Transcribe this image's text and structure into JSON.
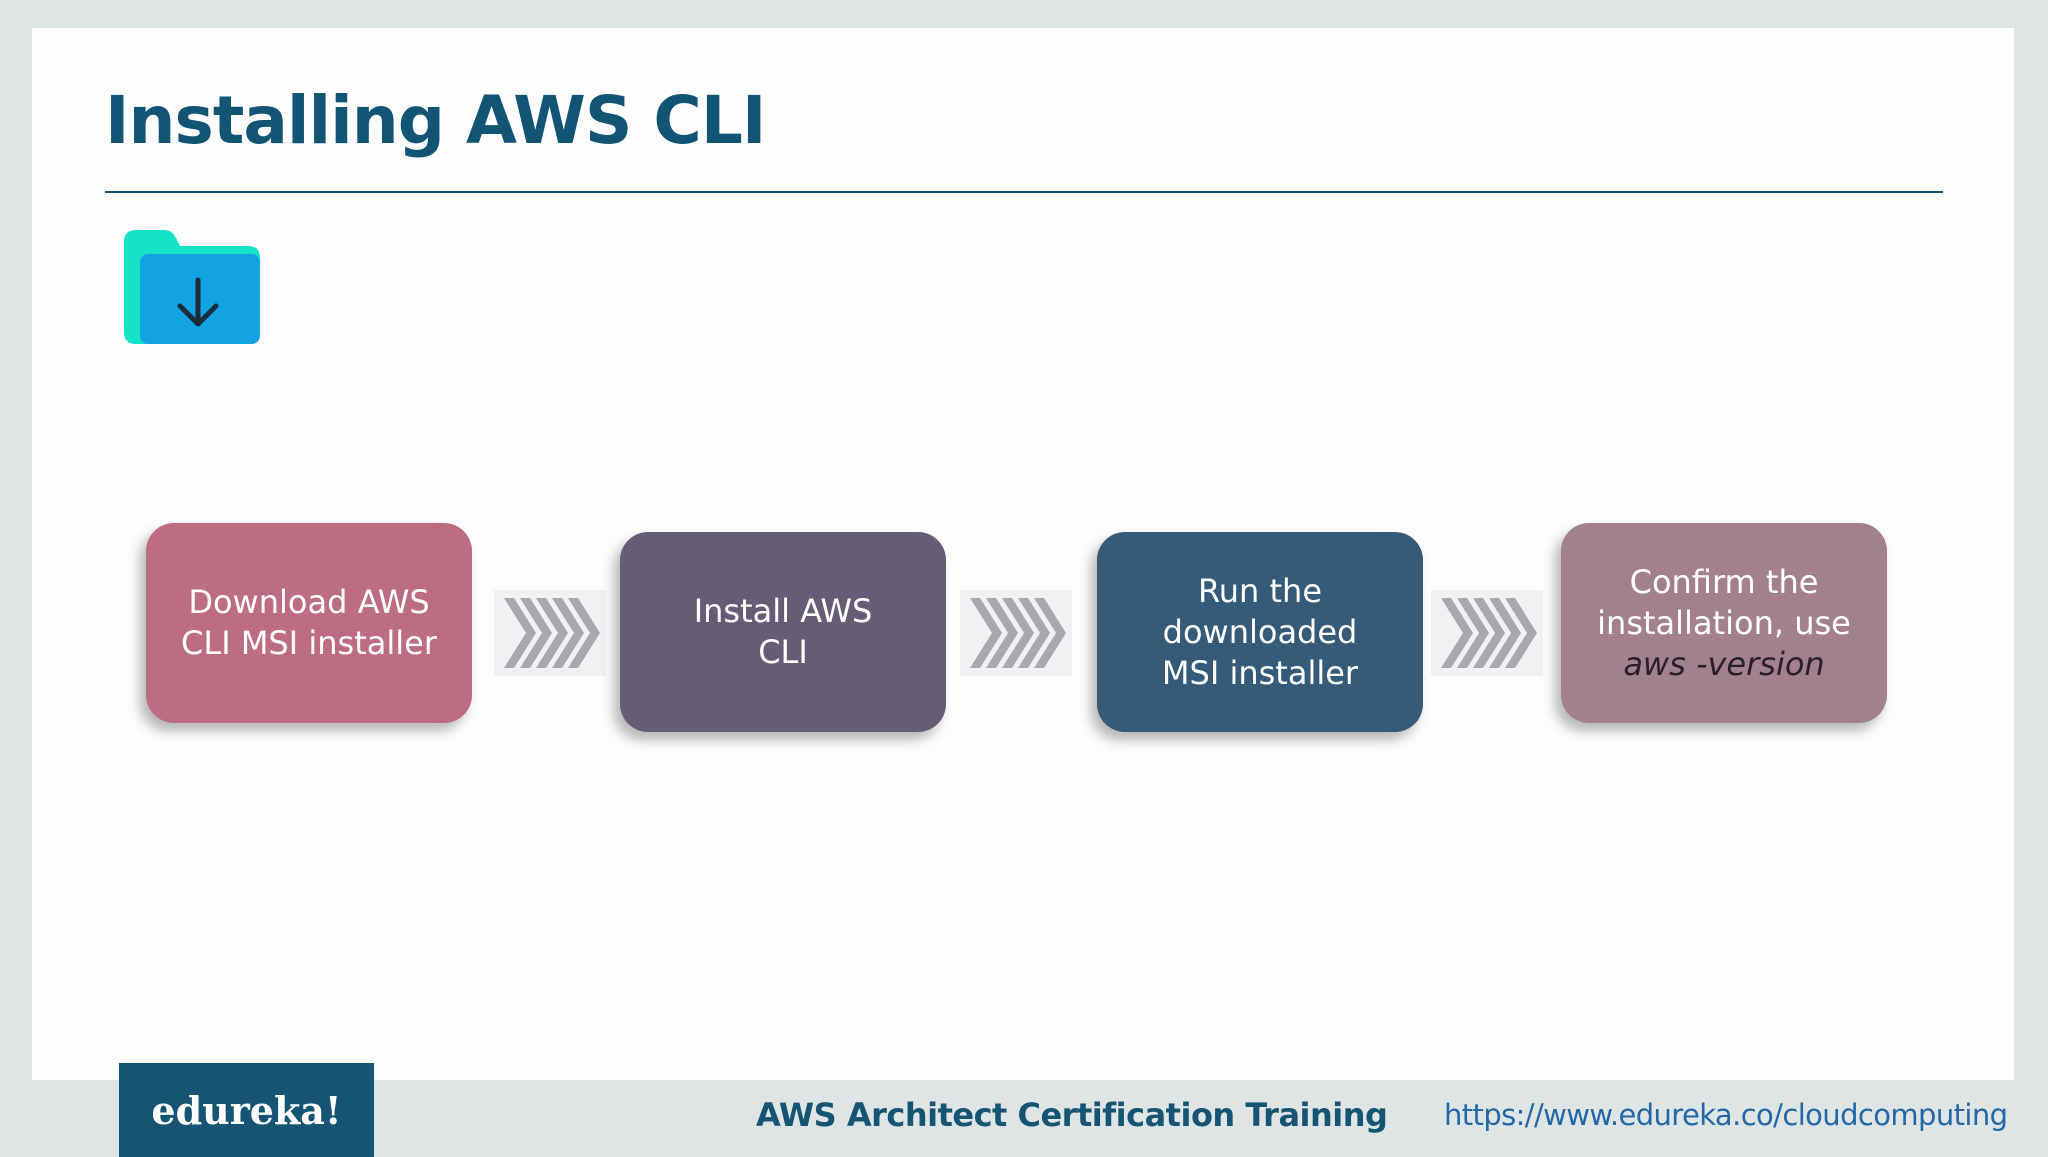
{
  "slide": {
    "title": "Installing AWS CLI",
    "download_icon": "folder-download-icon"
  },
  "steps": [
    {
      "line1": "Download AWS",
      "line2": "CLI MSI installer",
      "color": "#bd6d81"
    },
    {
      "line1": "Install AWS",
      "line2": "CLI",
      "color": "#655d75"
    },
    {
      "line1": "Run the downloaded",
      "line2": "MSI installer",
      "color": "#355b79"
    },
    {
      "line1": "Confirm the",
      "line2": "installation, use",
      "line3": "aws -version",
      "color": "#a3808d"
    }
  ],
  "connector_icon": "chevron-right-icon",
  "footer": {
    "logo": "edureka!",
    "course": "AWS Architect Certification Training",
    "url": "https://www.edureka.co/cloudcomputing"
  },
  "colors": {
    "title": "#115474",
    "footer_bg": "#dfe4e4",
    "logo_bg": "#155473",
    "url": "#2368a6"
  }
}
